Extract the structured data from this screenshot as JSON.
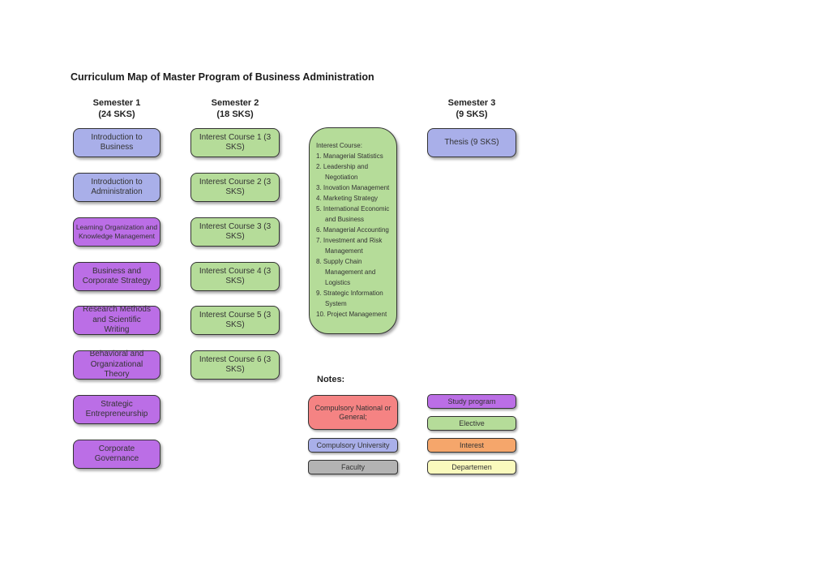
{
  "title": "Curriculum Map of Master Program of Business Administration",
  "colors": {
    "blue": "#a9afe9",
    "purple": "#bb6ee6",
    "green": "#b5dc99",
    "red": "#f58383",
    "gray": "#b3b3b3",
    "orange": "#f5a66b",
    "yellow": "#fafabd"
  },
  "semesters": [
    {
      "header": "Semester 1",
      "sks": "(24 SKS)",
      "courses": [
        {
          "label": "Introduction to Business",
          "color": "blue"
        },
        {
          "label": "Introduction to Administration",
          "color": "blue"
        },
        {
          "label": "Learning Organization and Knowledge Management",
          "color": "purple"
        },
        {
          "label": "Business and Corporate Strategy",
          "color": "purple"
        },
        {
          "label": "Research Methods and Scientific Writing",
          "color": "purple"
        },
        {
          "label": "Behavioral and Organizational Theory",
          "color": "purple"
        },
        {
          "label": "Strategic Entrepreneurship",
          "color": "purple"
        },
        {
          "label": "Corporate Governance",
          "color": "purple"
        }
      ]
    },
    {
      "header": "Semester 2",
      "sks": "(18 SKS)",
      "courses": [
        {
          "label": "Interest Course 1 (3 SKS)",
          "color": "green"
        },
        {
          "label": "Interest Course 2 (3 SKS)",
          "color": "green"
        },
        {
          "label": "Interest Course 3 (3 SKS)",
          "color": "green"
        },
        {
          "label": "Interest Course 4 (3 SKS)",
          "color": "green"
        },
        {
          "label": "Interest Course 5 (3 SKS)",
          "color": "green"
        },
        {
          "label": "Interest Course 6 (3 SKS)",
          "color": "green"
        }
      ]
    },
    {
      "header": "Semester 3",
      "sks": "(9 SKS)",
      "courses": [
        {
          "label": "Thesis (9 SKS)",
          "color": "blue"
        }
      ]
    }
  ],
  "interest_box": {
    "heading": "Interest Course:",
    "items": [
      "1. Managerial Statistics",
      "2. Leadership and Negotiation",
      "3. Inovation Management",
      "4. Marketing Strategy",
      "5. International Economic and Business",
      "6. Managerial Accounting",
      "7. Investment and Risk Management",
      "8. Supply Chain Management and Logistics",
      "9. Strategic Information System",
      "10. Project Management"
    ]
  },
  "notes": {
    "heading": "Notes:",
    "left": [
      {
        "label": "Compulsory National or General;",
        "color": "red"
      },
      {
        "label": "Compulsory University",
        "color": "blue"
      },
      {
        "label": "Faculty",
        "color": "gray"
      }
    ],
    "right": [
      {
        "label": "Study program",
        "color": "purple"
      },
      {
        "label": "Elective",
        "color": "green"
      },
      {
        "label": "Interest",
        "color": "orange"
      },
      {
        "label": "Departemen",
        "color": "yellow"
      }
    ]
  }
}
